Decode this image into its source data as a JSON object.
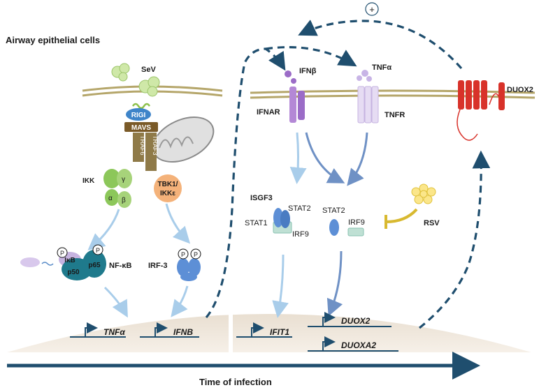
{
  "title": "Airway epithelial cells",
  "feedback_sign": "+",
  "virus": {
    "sev": "SeV",
    "rsv": "RSV"
  },
  "left_pathway": {
    "rigi": "RIGI",
    "mavs": "MAVS",
    "traf6": "TRAF6",
    "traf3": "TRAF3",
    "ikk": "IKK",
    "ikk_gamma": "γ",
    "ikk_alpha": "α",
    "ikk_beta": "β",
    "tbk1": "TBK1/",
    "ikke": "IKKε",
    "ikb": "IκB",
    "p50": "p50",
    "p65": "p65",
    "nfkb": "NF-κB",
    "irf3": "IRF-3",
    "phospho": "P"
  },
  "right_pathway": {
    "ifnb": "IFNβ",
    "tnfa": "TNFα",
    "ifnar": "IFNAR",
    "tnfr": "TNFR",
    "duox2_protein": "DUOX2",
    "isgf3": "ISGF3",
    "stat1": "STAT1",
    "stat2_a": "STAT2",
    "irf9_a": "IRF9",
    "stat2_b": "STAT2",
    "irf9_b": "IRF9"
  },
  "genes": {
    "tnfa": "TNFα",
    "ifnb": "IFNB",
    "ifit1": "IFIT1",
    "duox2": "DUOX2",
    "duoxa2": "DUOXA2"
  },
  "axis_label": "Time of infection",
  "colors": {
    "membrane": "#b5a66a",
    "dashed_arrow": "#1f4e6e",
    "light_arrow": "#a9cdea",
    "blue_arrow": "#6f91c5",
    "duox2": "#d8322a",
    "nucleus": "#efe6d8"
  }
}
